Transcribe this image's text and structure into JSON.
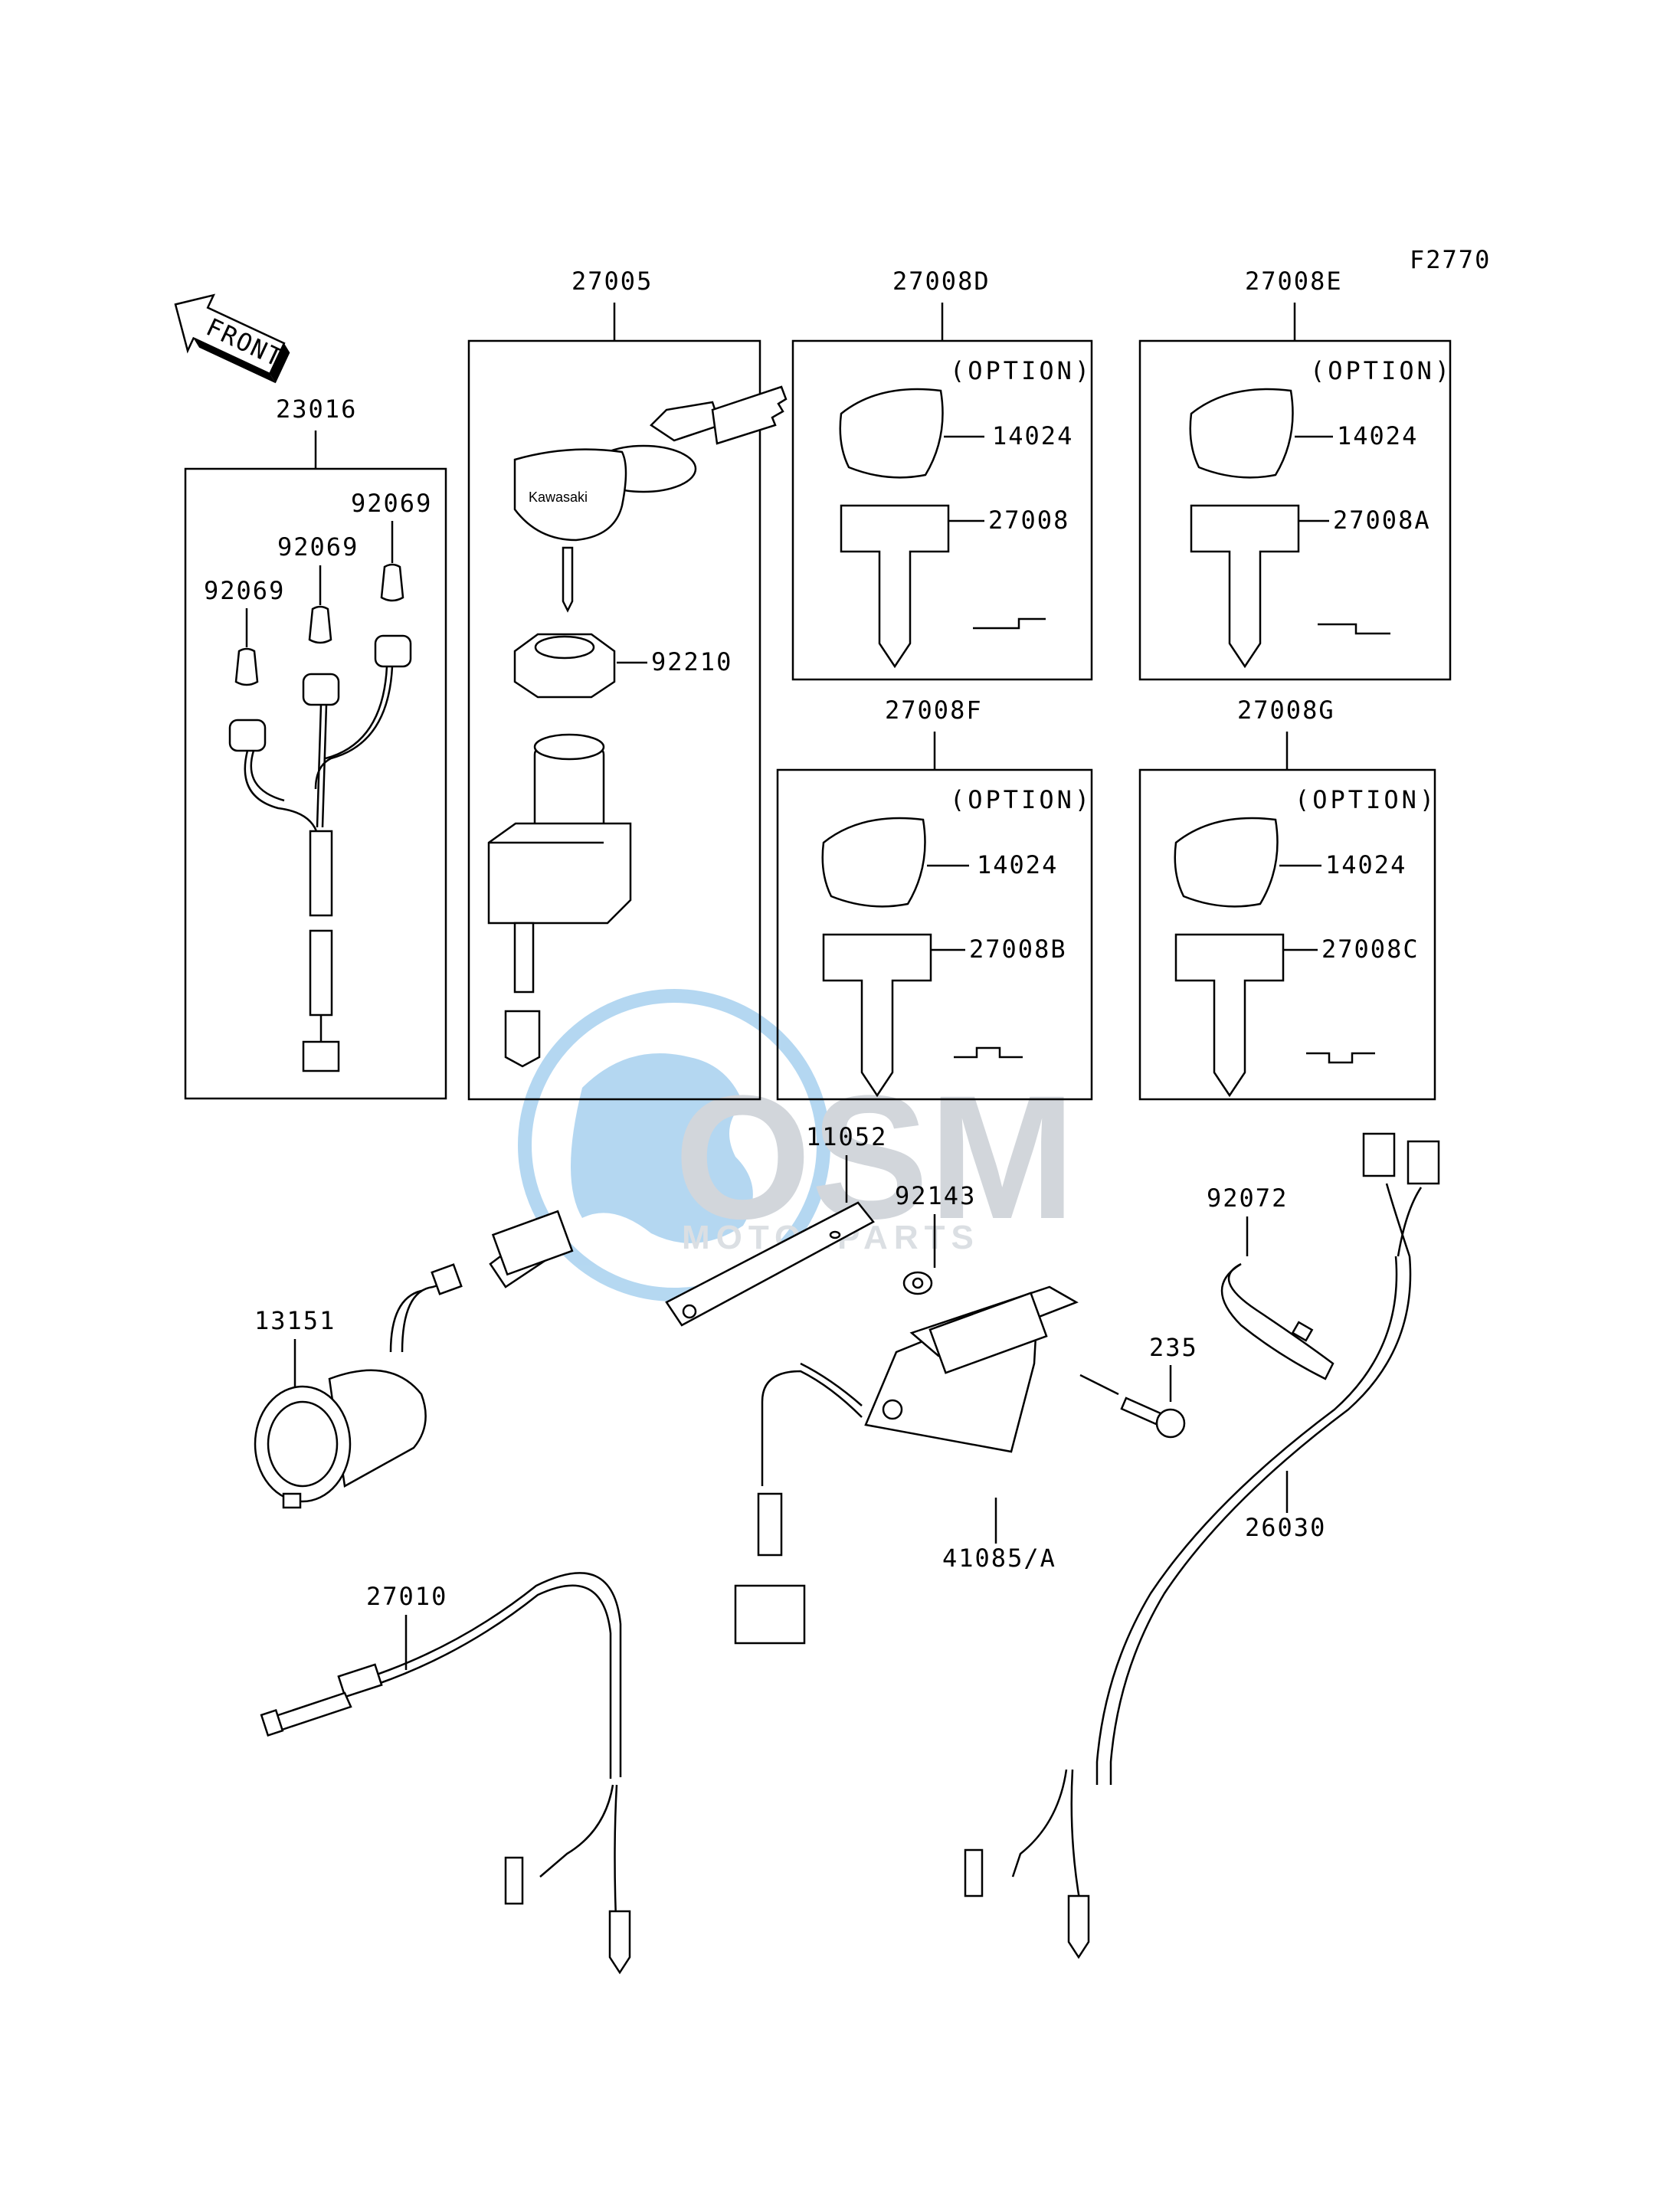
{
  "diagram": {
    "figure_code": "F2770",
    "front_arrow_label": "FRONT",
    "brand_text": "Kawasaki",
    "option_text": "(OPTION)",
    "watermark": {
      "main": "OSM",
      "sub": "MOTORPARTS",
      "color": "#2a8fd8"
    },
    "parts": {
      "p23016": "23016",
      "p92069_a": "92069",
      "p92069_b": "92069",
      "p92069_c": "92069",
      "p27005": "27005",
      "p92210": "92210",
      "p27008D": "27008D",
      "p27008E": "27008E",
      "p27008F": "27008F",
      "p27008G": "27008G",
      "p14024_d": "14024",
      "p14024_e": "14024",
      "p14024_f": "14024",
      "p14024_g": "14024",
      "p27008": "27008",
      "p27008A": "27008A",
      "p27008B": "27008B",
      "p27008C": "27008C",
      "p11052": "11052",
      "p92143": "92143",
      "p92072": "92072",
      "p13151": "13151",
      "p235": "235",
      "p26030": "26030",
      "p41085A": "41085/A",
      "p27010": "27010"
    }
  }
}
